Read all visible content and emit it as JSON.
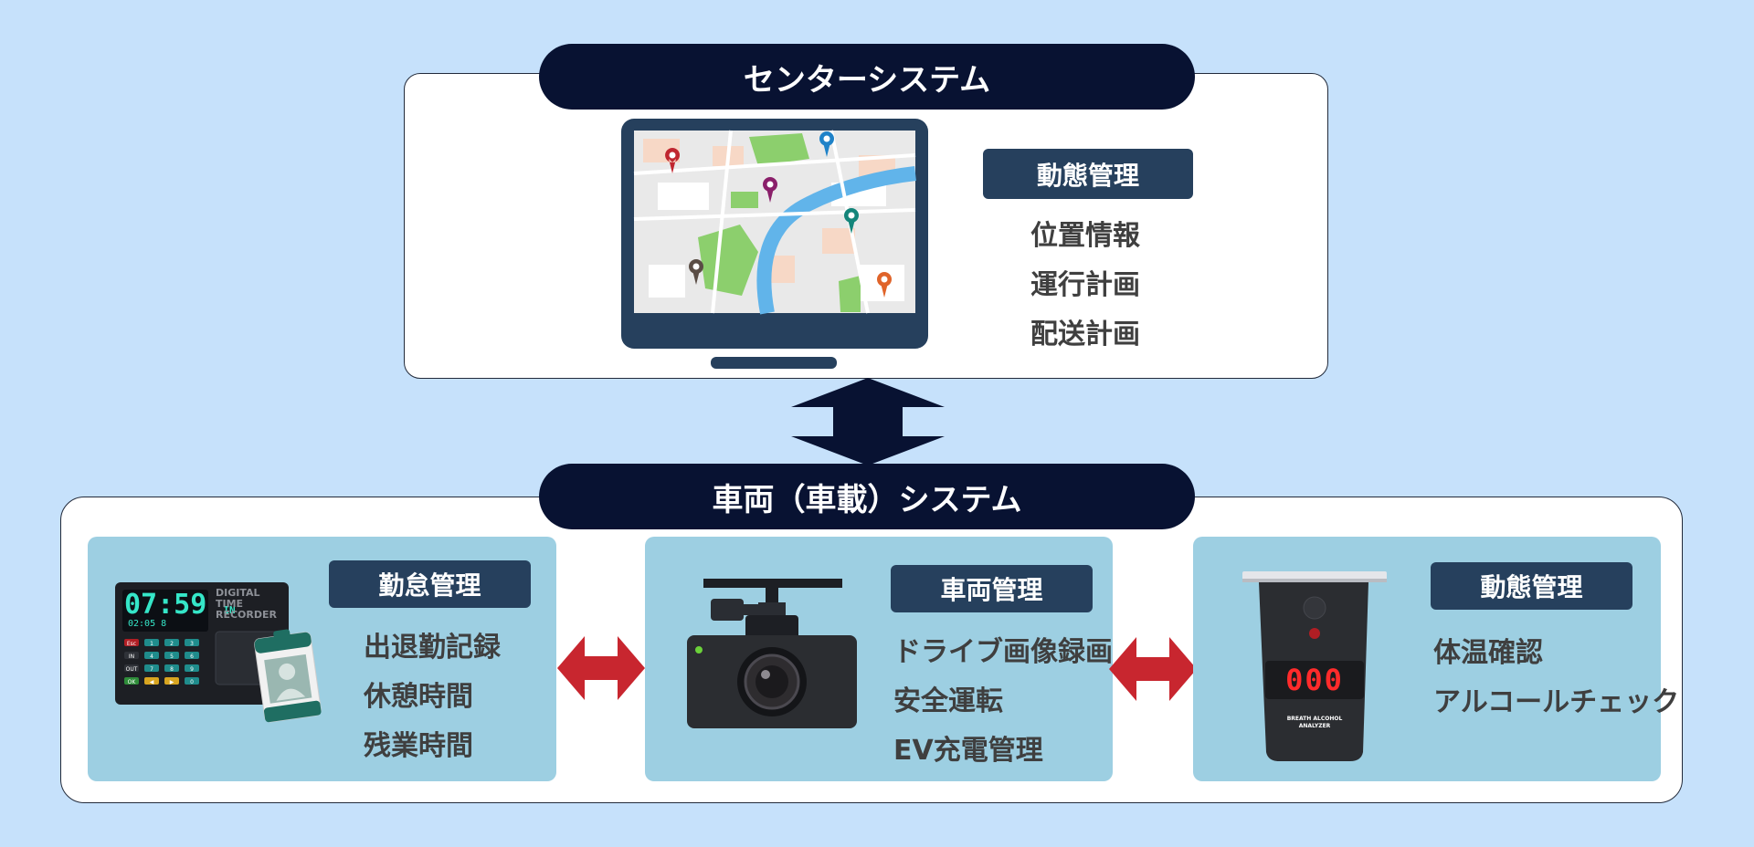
{
  "center": {
    "title": "センターシステム",
    "tag": "動態管理",
    "items": [
      "位置情報",
      "運行計画",
      "配送計画"
    ]
  },
  "vehicle": {
    "title": "車両（車載）システム",
    "panels": [
      {
        "tag": "勤怠管理",
        "items": [
          "出退勤記録",
          "休憩時間",
          "残業時間"
        ],
        "device": {
          "clock": "07:59",
          "clock_suffix": "IN",
          "date": "02:05 8",
          "caption_lines": [
            "DIGITAL",
            "TIME",
            "RECORDER"
          ],
          "keys_left": [
            "Esc",
            "IN",
            "OUT",
            "OK"
          ],
          "keys_grid": [
            "1",
            "2",
            "3",
            "4",
            "5",
            "6",
            "7",
            "8",
            "9",
            "◀",
            "▶",
            "0"
          ]
        }
      },
      {
        "tag": "車両管理",
        "items": [
          "ドライブ画像録画",
          "安全運転",
          "EV充電管理"
        ]
      },
      {
        "tag": "動態管理",
        "items": [
          "体温確認",
          "アルコールチェック"
        ],
        "device": {
          "display": "000",
          "label_lines": [
            "BREATH ALCOHOL",
            "ANALYZER"
          ]
        }
      }
    ]
  },
  "colors": {
    "background": "#c6e1fb",
    "pill": "#081232",
    "tag": "#26405d",
    "subpanel": "#9dcfe2",
    "arrow_vertical": "#081232",
    "arrow_horizontal": "#c8262f"
  }
}
